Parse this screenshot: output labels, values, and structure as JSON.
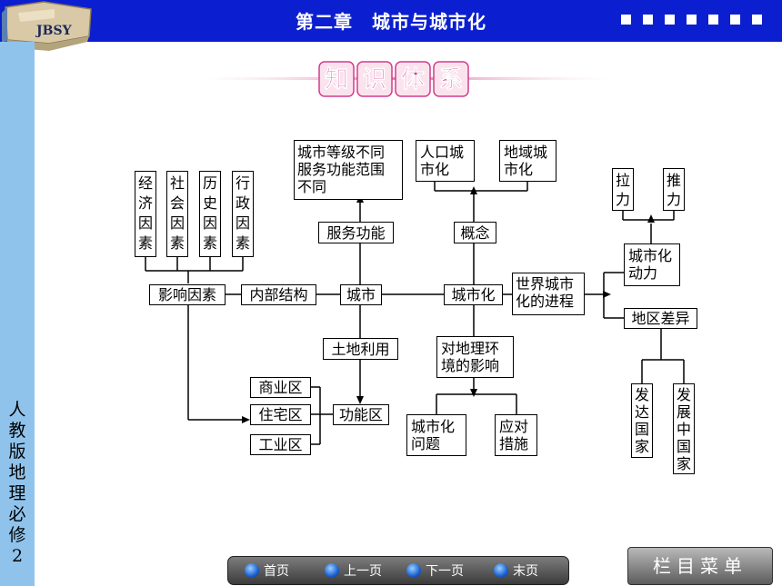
{
  "header": {
    "title": "第二章　城市与城市化",
    "logo_text": "JBSY"
  },
  "banner": {
    "chars": [
      "知",
      "识",
      "体",
      "系"
    ],
    "color": "#d23c8c"
  },
  "sidebar": {
    "label": "人教版地理必修2",
    "color": "#8fc3ec"
  },
  "diagram": {
    "factors": [
      "经济因素",
      "社会因素",
      "历史因素",
      "行政因素"
    ],
    "influence": "影响因素",
    "internal": "内部结构",
    "city": "城市",
    "service_function": "服务功能",
    "service_desc": [
      "城市等级不同",
      "服务功能范围",
      "不同"
    ],
    "land_use": "土地利用",
    "functional_zone": "功能区",
    "zones": [
      "商业区",
      "住宅区",
      "工业区"
    ],
    "urbanization": "城市化",
    "concept": "概念",
    "pop_urban": [
      "人口城",
      "市化"
    ],
    "land_urban": [
      "地域城",
      "市化"
    ],
    "env_impact": [
      "对地理环",
      "境的影响"
    ],
    "problems": [
      "城市化",
      "问题"
    ],
    "measures": [
      "应对",
      "措施"
    ],
    "world_process": [
      "世界城市",
      "化的进程"
    ],
    "driving_force": [
      "城市化",
      "动力"
    ],
    "pull": "拉力",
    "push": "推力",
    "regional_diff": "地区差异",
    "developed": "发达国家",
    "developing": "发展中国家"
  },
  "nav": {
    "first": "首页",
    "prev": "上一页",
    "next": "下一页",
    "last": "末页",
    "menu": "栏目菜单"
  },
  "colors": {
    "topbar": "#0b1fd0",
    "nav_ball": "#1a5fd0"
  }
}
